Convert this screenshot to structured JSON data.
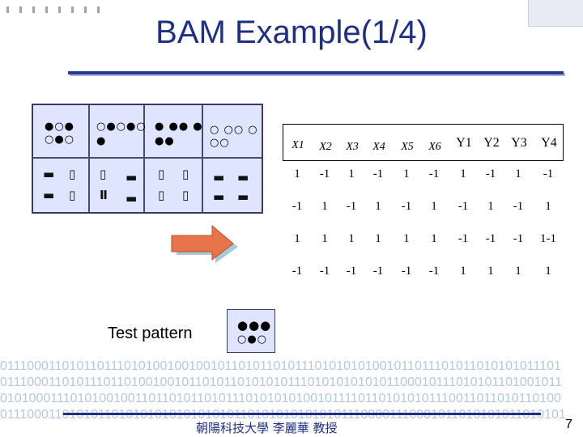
{
  "title": "BAM Example(1/4)",
  "patterns": {
    "x_patterns": [
      {
        "row1": "●○●",
        "row2": "○●○"
      },
      {
        "row1": "○●○●○",
        "row2": "●"
      },
      {
        "row1": "● ●● ●",
        "row2": "●●"
      },
      {
        "row1": "○ ○○ ○",
        "row2": "○○"
      }
    ],
    "y_patterns": [
      {
        "a": "▬",
        "b": "▬",
        "c": "▯",
        "d": "▯"
      },
      {
        "a": "▯",
        "b": "▬",
        "c": "Ⅱ",
        "d": "▬"
      },
      {
        "a": "▯",
        "b": "▯",
        "c": "▯",
        "d": "▯"
      },
      {
        "a": "▬",
        "b": "▬",
        "c": "▬",
        "d": "▬"
      }
    ]
  },
  "table": {
    "x_headers": [
      "X1",
      "X2",
      "X3",
      "X4",
      "X5",
      "X6"
    ],
    "y_headers": [
      "Y1",
      "Y2",
      "Y3",
      "Y4"
    ],
    "rows": [
      [
        "1",
        "-1",
        "1",
        "-1",
        "1",
        "-1",
        "1",
        "-1",
        "1",
        "-1"
      ],
      [
        "-1",
        "1",
        "-1",
        "1",
        "-1",
        "1",
        "-1",
        "1",
        "-1",
        "1"
      ],
      [
        "1",
        "1",
        "1",
        "1",
        "1",
        "1",
        "-1",
        "-1",
        "-1",
        "1-1"
      ],
      [
        "-1",
        "-1",
        "-1",
        "-1",
        "-1",
        "-1",
        "1",
        "1",
        "1",
        "1"
      ]
    ]
  },
  "test": {
    "label": "Test pattern",
    "row1": "●●●",
    "row2": "○●○"
  },
  "binary_lines": [
    "01110001101011011101010010010010110101101011101010101001011011101011010101011101",
    "01110001101011101101001001011010110101010111010101010101100010111010101101001011",
    "01010001110101001001101101011010111010101010010111101101010101110011011010110100",
    "01110001101010110101010101010101011010101010101011100001110001011010101011010101"
  ],
  "footer": {
    "text": "朝陽科技大學 李麗華 教授",
    "page": "7"
  },
  "colors": {
    "title": "#1d2f86",
    "grid_bg": "#dfe4ff",
    "arrow_fill": "#e8744a",
    "binary": "#b4c7dc"
  }
}
